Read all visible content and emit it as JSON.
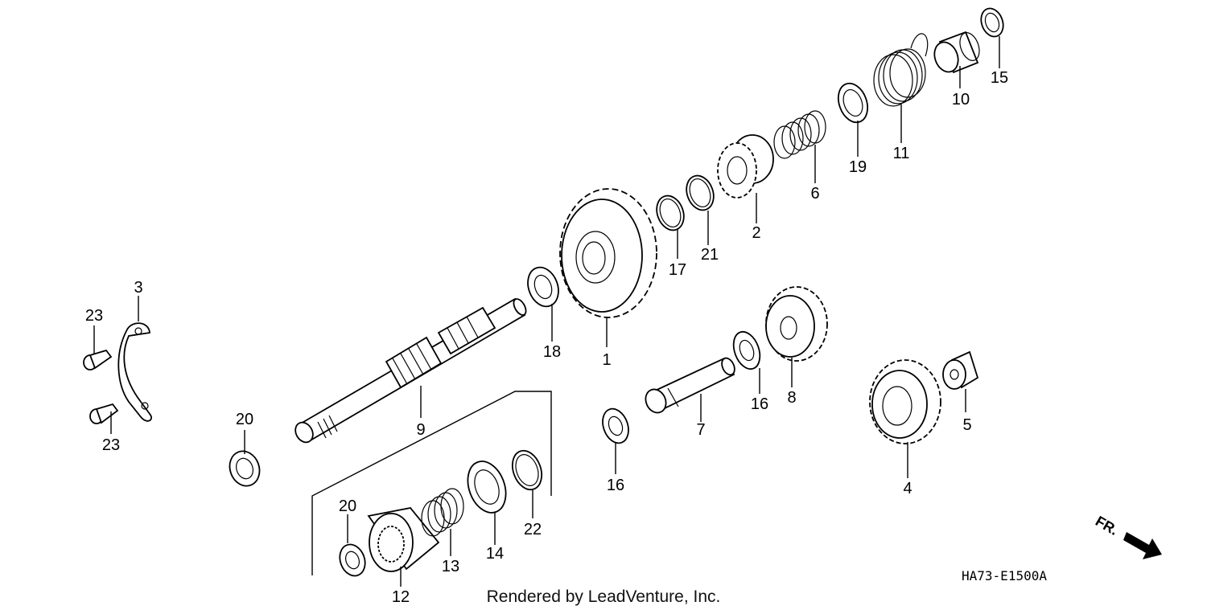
{
  "diagram": {
    "code": "HA73-E1500A",
    "credit": "Rendered by LeadVenture, Inc.",
    "front_marker": "FR.",
    "callouts": [
      "1",
      "2",
      "3",
      "4",
      "5",
      "6",
      "7",
      "8",
      "9",
      "10",
      "11",
      "12",
      "13",
      "14",
      "15",
      "16",
      "16",
      "17",
      "18",
      "19",
      "20",
      "20",
      "21",
      "22",
      "23",
      "23"
    ]
  }
}
